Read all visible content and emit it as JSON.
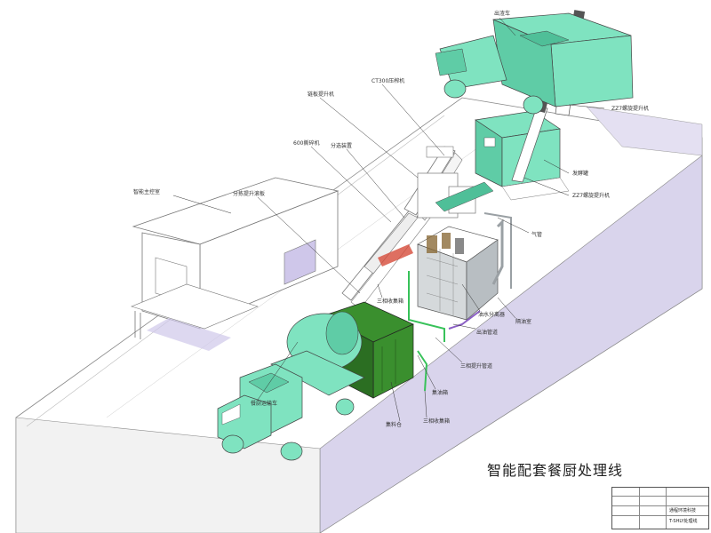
{
  "diagram": {
    "caption": "智能配套餐厨处理线",
    "labels": {
      "truck_top": "出渣车",
      "press": "CT300压榨机",
      "chain_conveyor": "链板提升机",
      "screw_lift_1": "ZZ7螺旋提升机",
      "crusher": "600撕碎机",
      "sorting": "分选装置",
      "control_room": "智能主控室",
      "dewater_lift": "分拣提升滚板",
      "fermenter": "发酵罐",
      "screw_lift_2": "ZZ7螺旋提升机",
      "air_pipe": "气管",
      "drum_collect_top": "三相收集箱",
      "oil_separator": "油水分离器",
      "isolation": "隔油室",
      "oil_pipe": "出油管道",
      "three_phase_pipe": "三相提升管道",
      "oil_tank": "集油箱",
      "waste_truck": "餐厨运输车",
      "collect_box": "集料仓",
      "drum_collect_bottom": "三相收集箱"
    },
    "colors": {
      "machine_teal": "#7fe3c0",
      "machine_teal_dark": "#4fbf98",
      "bin_green": "#3a8f2e",
      "bin_green_dark": "#2b6e22",
      "ground": "#ffffff",
      "ground_side": "#d9d4ec",
      "wall_lilac": "#cfc7ea",
      "pipe_purple": "#8a5fc4",
      "pipe_green": "#38c25a",
      "hopper_red": "#d64b3a",
      "tank_grey": "#9aa0a4"
    },
    "title_block": {
      "title": "通程环境科技",
      "subtitle": "T-SHLY处理线"
    }
  }
}
